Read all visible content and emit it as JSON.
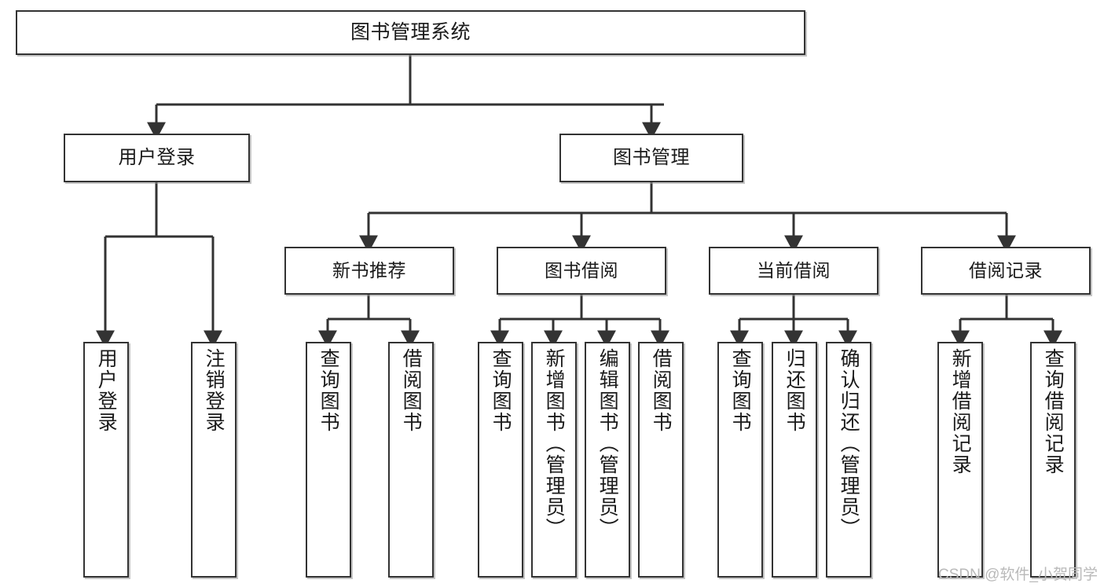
{
  "diagram": {
    "title": "图书管理系统",
    "type": "functional-structure-tree",
    "watermark": "CSDN @软件_小贺同学",
    "colors": {
      "background": "#ffffff",
      "node_border": "#333333",
      "node_fill": "#ffffff",
      "edge": "#333333",
      "watermark": "#b9b9b9"
    },
    "nodes": {
      "root": {
        "label": "图书管理系统"
      },
      "level2": [
        {
          "id": "user-login",
          "label": "用户登录"
        },
        {
          "id": "book-management",
          "label": "图书管理"
        }
      ],
      "level3": [
        {
          "id": "new-book-recommend",
          "label": "新书推荐"
        },
        {
          "id": "book-borrow",
          "label": "图书借阅"
        },
        {
          "id": "current-borrow",
          "label": "当前借阅"
        },
        {
          "id": "borrow-record",
          "label": "借阅记录"
        }
      ],
      "leaves": {
        "user-login": [
          {
            "id": "leaf-user-login",
            "label": "用户登录"
          },
          {
            "id": "leaf-user-logout",
            "label": "注销登录"
          }
        ],
        "new-book-recommend": [
          {
            "id": "leaf-query-book-1",
            "label": "查询图书"
          },
          {
            "id": "leaf-borrow-book-1",
            "label": "借阅图书"
          }
        ],
        "book-borrow": [
          {
            "id": "leaf-query-book-2",
            "label": "查询图书"
          },
          {
            "id": "leaf-add-book",
            "label": "新增图书（管理员）"
          },
          {
            "id": "leaf-edit-book",
            "label": "编辑图书（管理员）"
          },
          {
            "id": "leaf-borrow-book-2",
            "label": "借阅图书"
          }
        ],
        "current-borrow": [
          {
            "id": "leaf-query-book-3",
            "label": "查询图书"
          },
          {
            "id": "leaf-return-book",
            "label": "归还图书"
          },
          {
            "id": "leaf-confirm-return",
            "label": "确认归还（管理员）"
          }
        ],
        "borrow-record": [
          {
            "id": "leaf-add-record",
            "label": "新增借阅记录"
          },
          {
            "id": "leaf-query-record",
            "label": "查询借阅记录"
          }
        ]
      }
    }
  }
}
